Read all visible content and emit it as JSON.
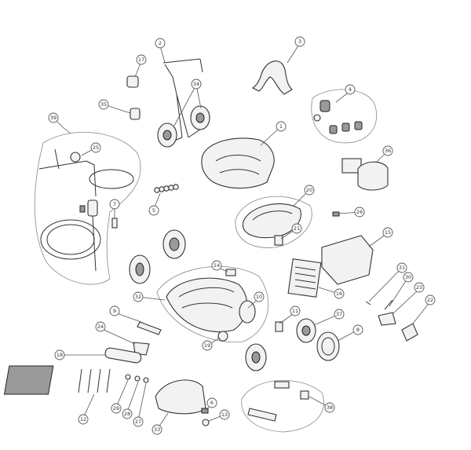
{
  "colors": {
    "stroke": "#333333",
    "fill": "#f2f2f2",
    "background": "#ffffff"
  },
  "callouts": [
    {
      "id": "c1",
      "label": "1"
    },
    {
      "id": "c2",
      "label": "2"
    },
    {
      "id": "c3",
      "label": "3"
    },
    {
      "id": "c4",
      "label": "4"
    },
    {
      "id": "c5",
      "label": "5"
    },
    {
      "id": "c6",
      "label": "6"
    },
    {
      "id": "c7",
      "label": "7"
    },
    {
      "id": "c8",
      "label": "8"
    },
    {
      "id": "c9",
      "label": "9"
    },
    {
      "id": "c10",
      "label": "10"
    },
    {
      "id": "c11",
      "label": "11"
    },
    {
      "id": "c12",
      "label": "12"
    },
    {
      "id": "c13",
      "label": "13"
    },
    {
      "id": "c14",
      "label": "14"
    },
    {
      "id": "c15",
      "label": "15"
    },
    {
      "id": "c16",
      "label": "16"
    },
    {
      "id": "c17",
      "label": "17"
    },
    {
      "id": "c18",
      "label": "18"
    },
    {
      "id": "c19",
      "label": "19"
    },
    {
      "id": "c20",
      "label": "20"
    },
    {
      "id": "c21",
      "label": "21"
    },
    {
      "id": "c22",
      "label": "22"
    },
    {
      "id": "c23",
      "label": "23"
    },
    {
      "id": "c24",
      "label": "24"
    },
    {
      "id": "c25",
      "label": "25"
    },
    {
      "id": "c26",
      "label": "26"
    },
    {
      "id": "c27",
      "label": "27"
    },
    {
      "id": "c28",
      "label": "28"
    },
    {
      "id": "c29",
      "label": "29"
    },
    {
      "id": "c30",
      "label": "30"
    },
    {
      "id": "c31",
      "label": "31"
    },
    {
      "id": "c32",
      "label": "32"
    },
    {
      "id": "c33",
      "label": "33"
    },
    {
      "id": "c34",
      "label": "34"
    },
    {
      "id": "c35",
      "label": "35"
    },
    {
      "id": "c36",
      "label": "36"
    },
    {
      "id": "c37",
      "label": "37"
    },
    {
      "id": "c38",
      "label": "38"
    },
    {
      "id": "c39",
      "label": "39"
    }
  ]
}
